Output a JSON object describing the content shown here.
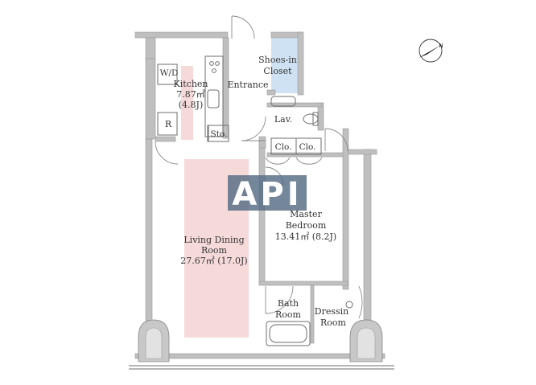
{
  "rooms": {
    "kitchen": {
      "name": "Kitchen",
      "area": "7.87㎡",
      "jo": "(4.8J)"
    },
    "wd": {
      "name": "W/D"
    },
    "fridge": {
      "name": "R"
    },
    "storage": {
      "name": "Sto."
    },
    "entrance": {
      "name": "Entrance"
    },
    "shoes_closet": {
      "line1": "Shoes-in",
      "line2": "Closet"
    },
    "lavatory": {
      "name": "Lav."
    },
    "closet_1": {
      "name": "Clo."
    },
    "closet_2": {
      "name": "Clo."
    },
    "master_bedroom": {
      "line1": "Master",
      "line2": "Bedroom",
      "area": "13.41㎡ (8.2J)"
    },
    "living_dining": {
      "line1": "Living Dining",
      "line2": "Room",
      "area": "27.67㎡ (17.0J)"
    },
    "bath": {
      "line1": "Bath",
      "line2": "Room"
    },
    "dressing": {
      "line1": "Dressin",
      "line2": "Room"
    }
  },
  "watermark": {
    "text": "API"
  },
  "compass": {
    "label": "N"
  },
  "colors": {
    "wall": "#bfbfbf",
    "living_highlight": "#f6dada",
    "closet_fill": "#cfe2f3",
    "watermark": "#566b84",
    "line": "#6e6e6e"
  }
}
